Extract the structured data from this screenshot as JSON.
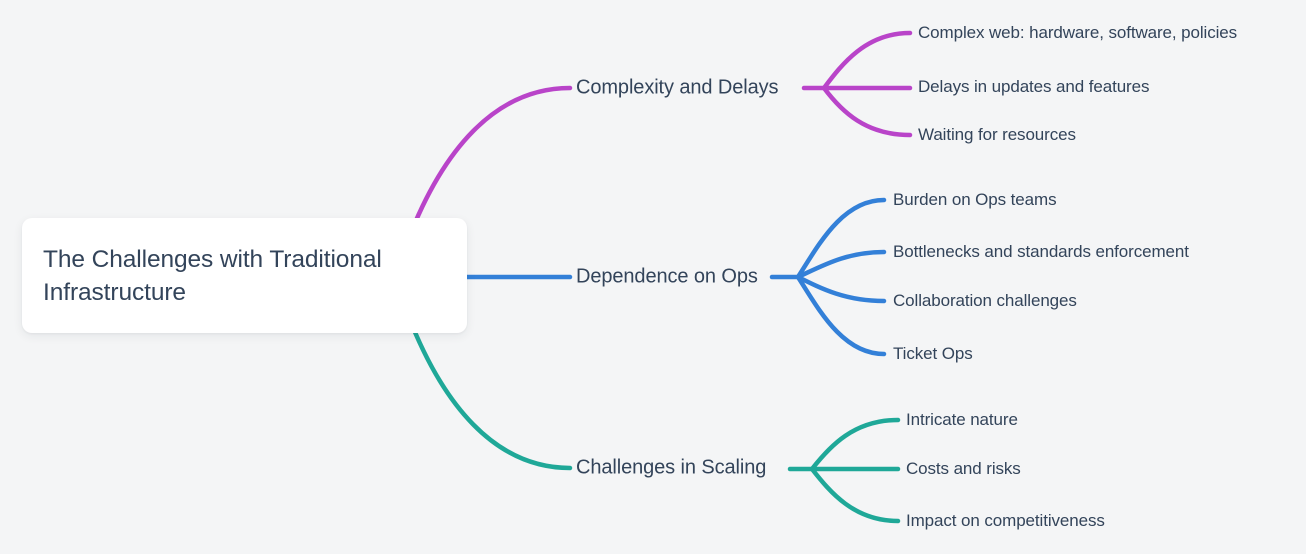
{
  "root": {
    "label": "The Challenges with Traditional Infrastructure"
  },
  "branches": [
    {
      "label": "Complexity and Delays",
      "color": "#b944c9",
      "children": [
        "Complex web: hardware, software, policies",
        "Delays in updates and features",
        "Waiting for resources"
      ]
    },
    {
      "label": "Dependence on Ops",
      "color": "#3380d8",
      "children": [
        "Burden on Ops teams",
        "Bottlenecks and standards enforcement",
        "Collaboration challenges",
        "Ticket Ops"
      ]
    },
    {
      "label": "Challenges in Scaling",
      "color": "#1fa898",
      "children": [
        "Intricate nature",
        "Costs and risks",
        "Impact on competitiveness"
      ]
    }
  ],
  "colors": {
    "background": "#f4f5f6",
    "card": "#ffffff",
    "text": "#33445a"
  }
}
